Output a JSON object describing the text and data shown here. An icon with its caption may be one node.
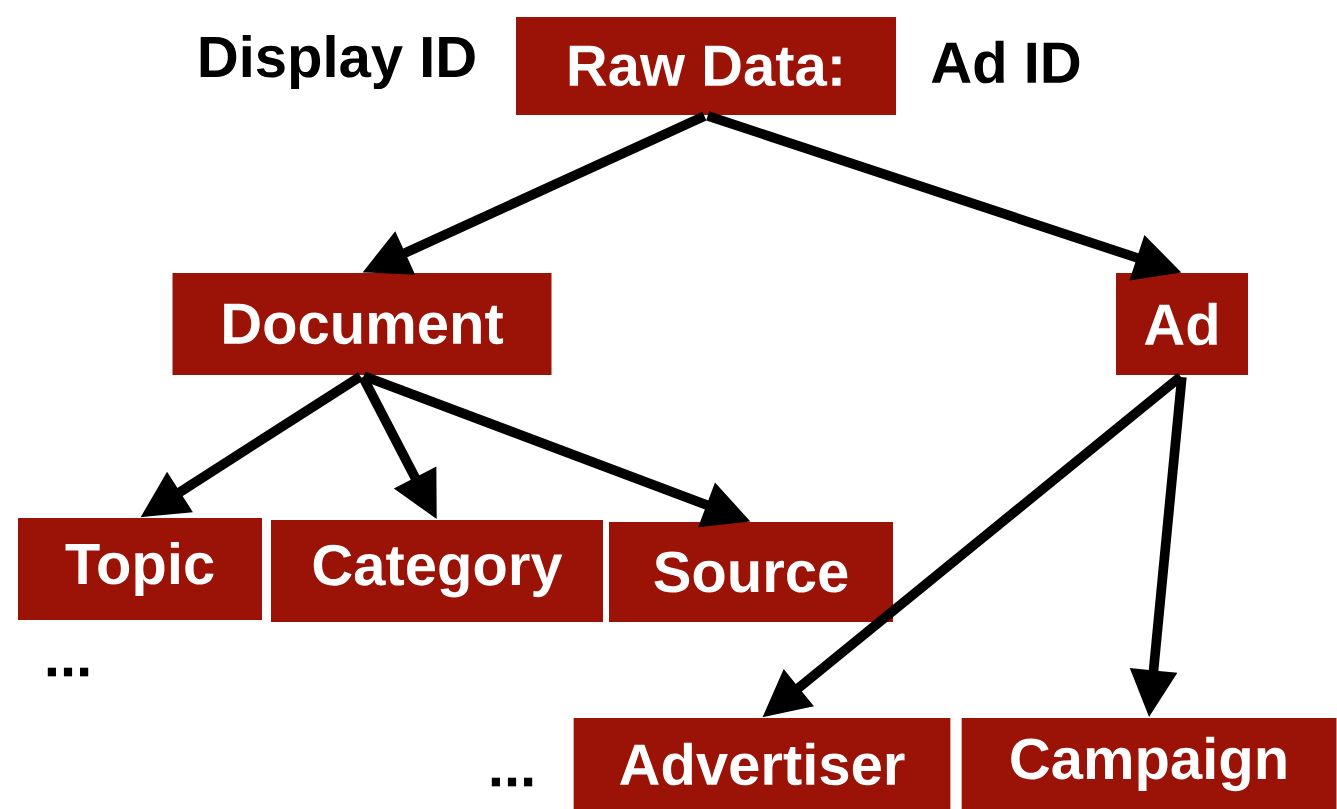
{
  "diagram": {
    "nodes": [
      {
        "text": [
          "Raw Data:"
        ],
        "beside": [
          "Display ID",
          "Ad ID"
        ]
      },
      {
        "text": [
          "Document"
        ]
      },
      {
        "text": [
          "Ad"
        ]
      },
      {
        "text": [
          "Topic"
        ]
      },
      {
        "text": [
          "Category"
        ]
      },
      {
        "text": [
          "Source"
        ]
      },
      {
        "text": [
          "Advertiser"
        ]
      },
      {
        "text": [
          "Campaign"
        ]
      }
    ],
    "edges": [
      {
        "from": 0,
        "to": 1,
        "arrow": "to"
      },
      {
        "from": 0,
        "to": 2,
        "arrow": "to"
      },
      {
        "from": 1,
        "to": 3,
        "arrow": "to"
      },
      {
        "from": 1,
        "to": 4,
        "arrow": "to"
      },
      {
        "from": 1,
        "to": 5,
        "arrow": "to"
      },
      {
        "from": 2,
        "to": 6,
        "arrow": "to"
      },
      {
        "from": 2,
        "to": 7,
        "arrow": "to"
      }
    ],
    "labels": [
      "...",
      "..."
    ]
  }
}
